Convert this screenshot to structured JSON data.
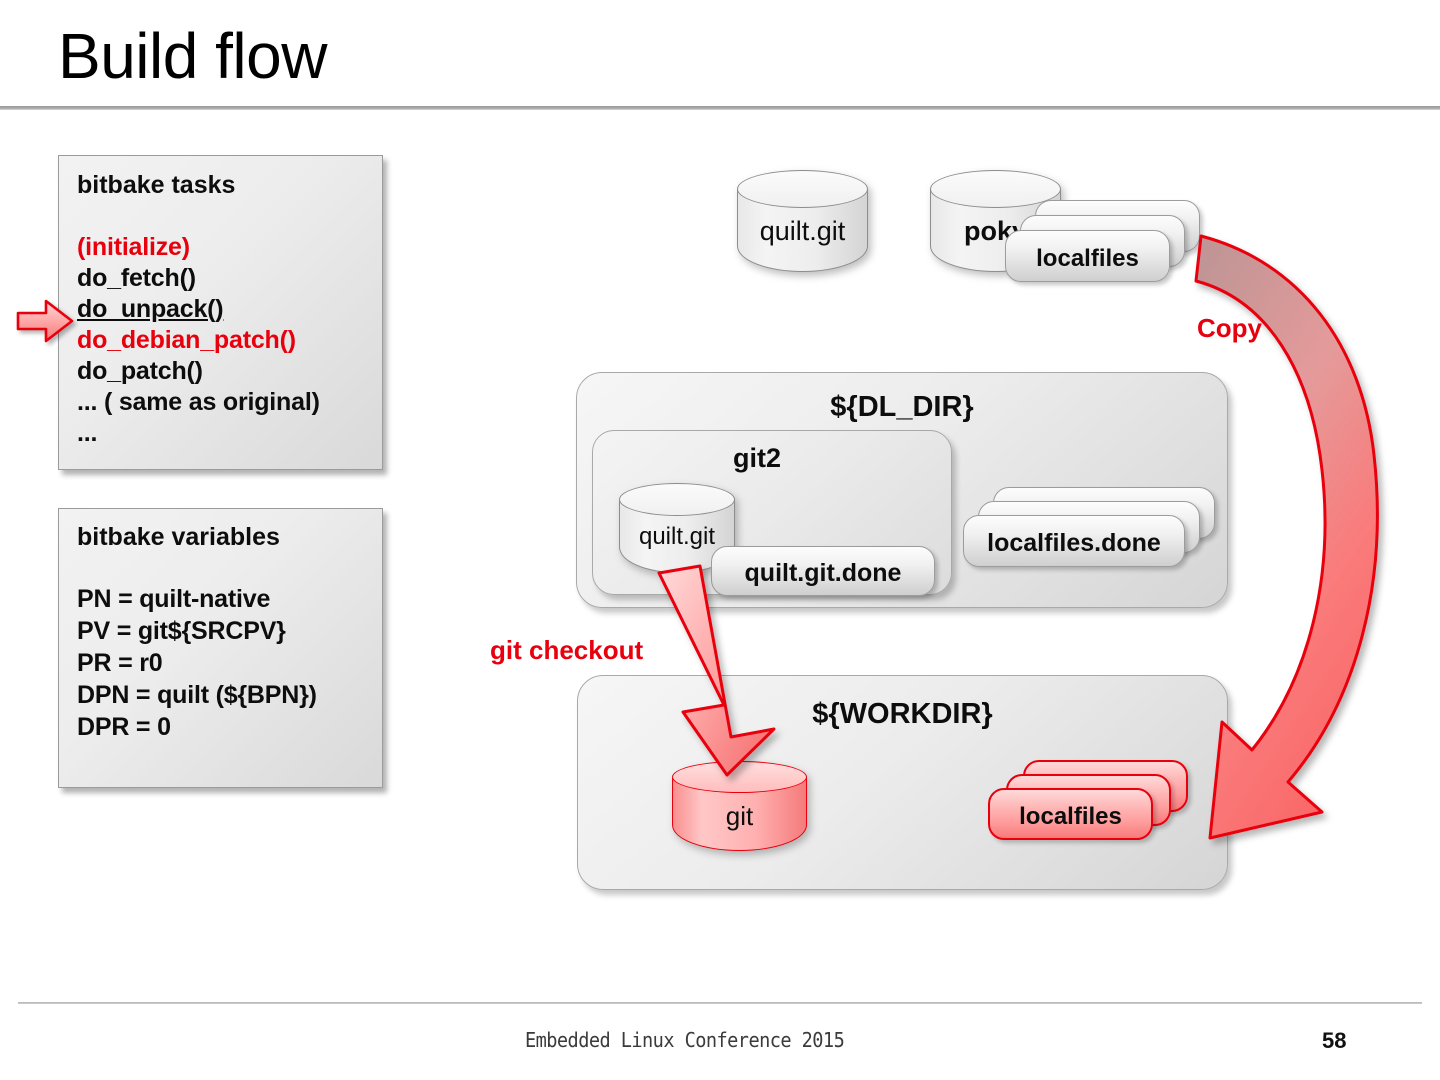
{
  "slide": {
    "title": "Build flow",
    "page_number": "58",
    "footer": "Embedded Linux Conference 2015",
    "accent_red": "#e8000d",
    "panel_gray": "#ededed"
  },
  "tasks_panel": {
    "heading": "bitbake tasks",
    "lines": [
      {
        "text": "(initialize)",
        "style": "red"
      },
      {
        "text": "do_fetch()",
        "style": "plain"
      },
      {
        "text": "do_unpack()",
        "style": "underline"
      },
      {
        "text": "do_debian_patch()",
        "style": "red"
      },
      {
        "text": "do_patch()",
        "style": "plain"
      },
      {
        "text": "... ( same as original)",
        "style": "plain"
      },
      {
        "text": "...",
        "style": "plain"
      }
    ],
    "pointer_icon": "right-arrow-icon",
    "pointer_target": "do_unpack()"
  },
  "variables_panel": {
    "heading": "bitbake variables",
    "lines": [
      "PN = quilt-native",
      "PV = git${SRCPV}",
      "PR = r0",
      "DPN = quilt (${BPN})",
      "DPR = 0"
    ]
  },
  "sources": {
    "quilt_git": "quilt.git",
    "poky": "poky",
    "localfiles": "localfiles"
  },
  "dl_dir": {
    "title": "${DL_DIR}",
    "git2": {
      "title": "git2",
      "cylinder": "quilt.git",
      "done_marker": "quilt.git.done"
    },
    "localfiles_done": "localfiles.done"
  },
  "workdir": {
    "title": "${WORKDIR}",
    "git_cylinder": "git",
    "localfiles": "localfiles"
  },
  "arrows": {
    "copy": "Copy",
    "git_checkout": "git checkout"
  }
}
